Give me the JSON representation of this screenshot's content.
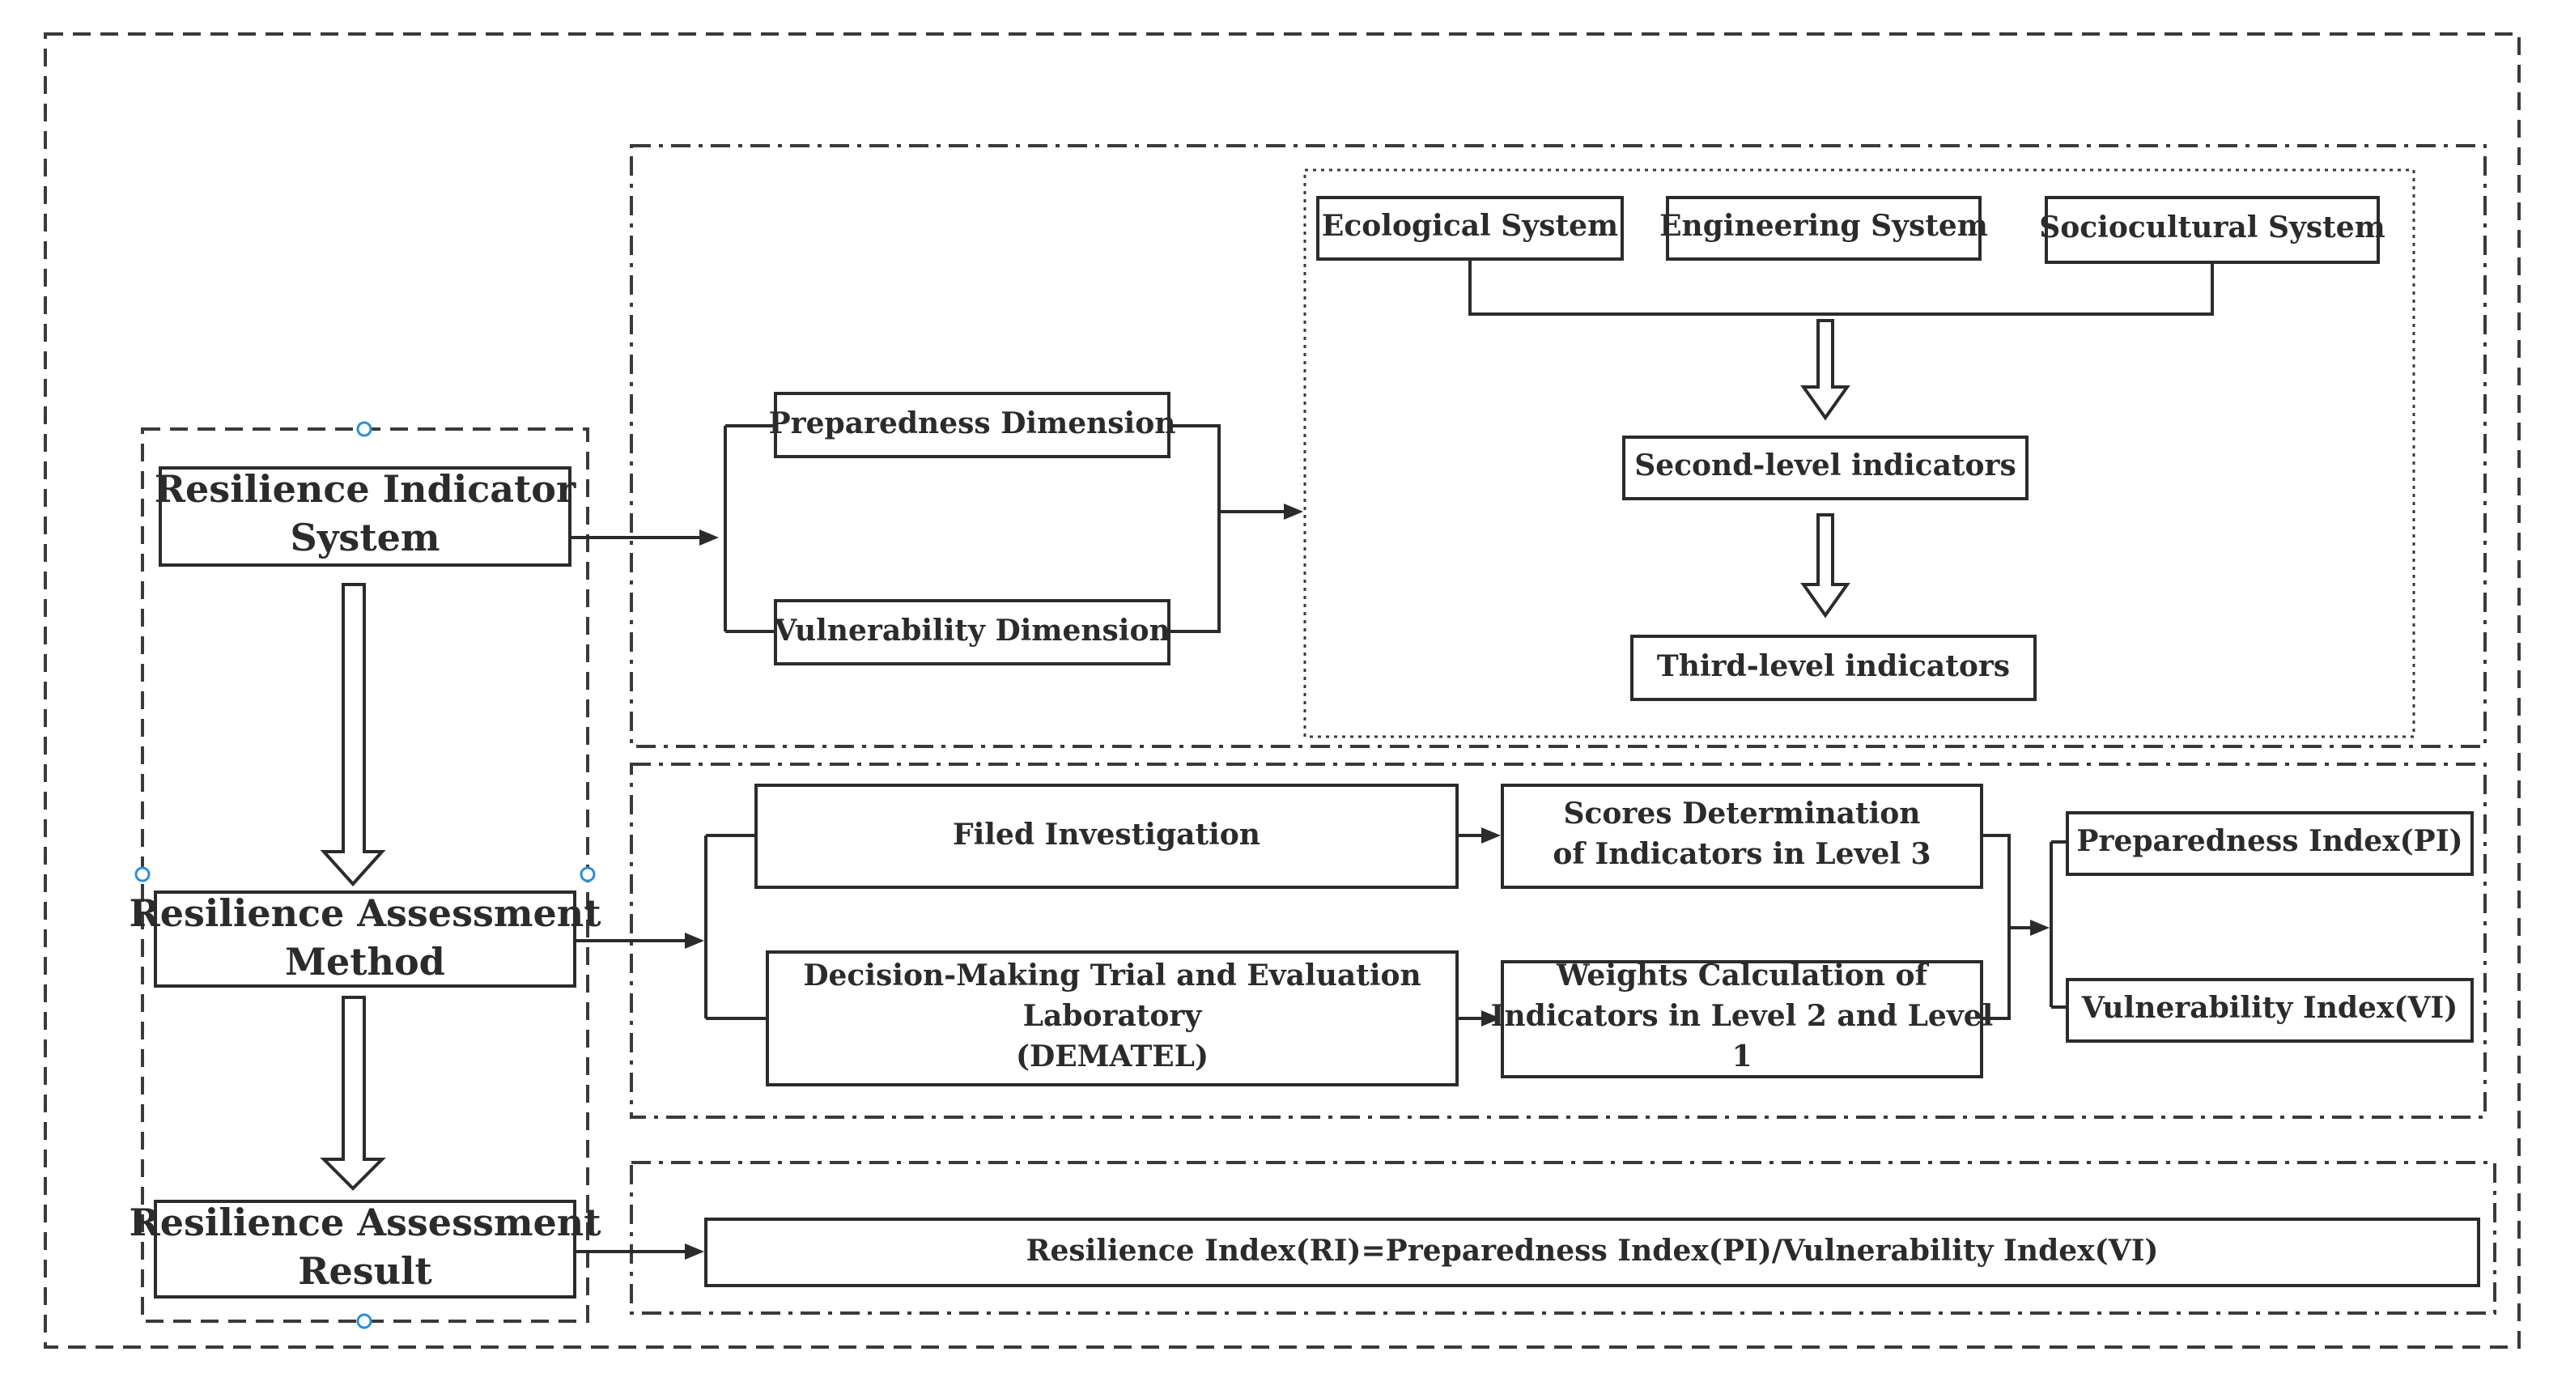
{
  "left_column": {
    "indicator_system": [
      "Resilience Indicator",
      "System"
    ],
    "assessment_method": [
      "Resilience Assessment",
      "Method"
    ],
    "assessment_result": [
      "Resilience Assessment",
      "Result"
    ]
  },
  "indicator_section": {
    "preparedness_dimension": "Preparedness Dimension",
    "vulnerability_dimension": "Vulnerability Dimension",
    "ecological_system": "Ecological System",
    "engineering_system": "Engineering System",
    "sociocultural_system": "Sociocultural System",
    "second_level": "Second-level indicators",
    "third_level": "Third-level indicators"
  },
  "method_section": {
    "field_investigation": "Filed Investigation",
    "dematel": [
      "Decision-Making Trial and Evaluation",
      "Laboratory",
      "(DEMATEL)"
    ],
    "scores_determination": [
      "Scores Determination",
      "of Indicators in Level 3"
    ],
    "weights_calculation": [
      "Weights Calculation of",
      "Indicators in Level 2 and Level",
      "1"
    ],
    "preparedness_index": "Preparedness Index(PI)",
    "vulnerability_index": "Vulnerability Index(VI)"
  },
  "result_section": {
    "formula": "Resilience Index(RI)=Preparedness Index(PI)/Vulnerability Index(VI)"
  }
}
